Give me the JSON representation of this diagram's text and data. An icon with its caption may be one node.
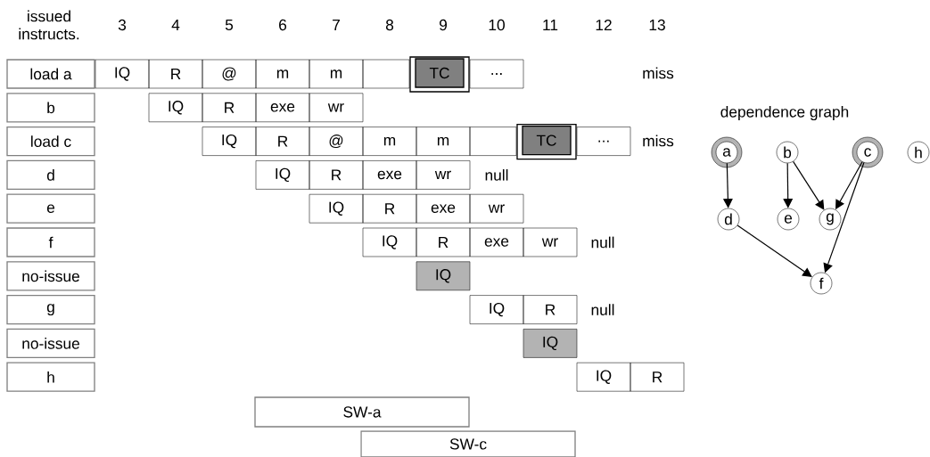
{
  "diagram": {
    "nodes": [
      {
        "text": [
          "load a"
        ]
      },
      {
        "text": [
          "IQ"
        ]
      },
      {
        "text": [
          "R"
        ]
      },
      {
        "text": [
          "@"
        ]
      },
      {
        "text": [
          "m"
        ]
      },
      {
        "text": [
          "m"
        ]
      },
      {
        "text": [],
        "shape": "box"
      },
      {
        "text": [
          "TC"
        ]
      },
      {
        "text": [
          "..."
        ]
      },
      {
        "text": [
          "b"
        ]
      },
      {
        "text": [
          "IQ"
        ]
      },
      {
        "text": [
          "R"
        ]
      },
      {
        "text": [
          "exe"
        ]
      },
      {
        "text": [
          "wr"
        ]
      },
      {
        "text": [
          "load c"
        ]
      },
      {
        "text": [
          "IQ"
        ]
      },
      {
        "text": [
          "R"
        ]
      },
      {
        "text": [
          "@"
        ]
      },
      {
        "text": [
          "m"
        ]
      },
      {
        "text": [
          "m"
        ]
      },
      {
        "text": [],
        "shape": "box"
      },
      {
        "text": [
          "TC"
        ]
      },
      {
        "text": [
          "..."
        ]
      },
      {
        "text": [
          "d"
        ]
      },
      {
        "text": [
          "IQ"
        ]
      },
      {
        "text": [
          "R"
        ]
      },
      {
        "text": [
          "exe"
        ]
      },
      {
        "text": [
          "wr"
        ]
      },
      {
        "text": [
          "e"
        ]
      },
      {
        "text": [
          "IQ"
        ]
      },
      {
        "text": [
          "R"
        ]
      },
      {
        "text": [
          "exe"
        ]
      },
      {
        "text": [
          "wr"
        ]
      },
      {
        "text": [
          "f"
        ]
      },
      {
        "text": [
          "IQ"
        ]
      },
      {
        "text": [
          "R"
        ]
      },
      {
        "text": [
          "exe"
        ]
      },
      {
        "text": [
          "wr"
        ]
      },
      {
        "text": [
          "no-issue"
        ]
      },
      {
        "text": [
          "IQ"
        ]
      },
      {
        "text": [
          "g"
        ]
      },
      {
        "text": [
          "IQ"
        ]
      },
      {
        "text": [
          "R"
        ]
      },
      {
        "text": [
          "no-issue"
        ]
      },
      {
        "text": [
          "IQ"
        ]
      },
      {
        "text": [
          "h"
        ]
      },
      {
        "text": [
          "IQ"
        ]
      },
      {
        "text": [
          "R"
        ]
      },
      {
        "text": [
          "SW-a"
        ]
      },
      {
        "text": [
          "SW-c"
        ]
      },
      {
        "text": [
          "a"
        ]
      },
      {
        "text": [
          "b"
        ]
      },
      {
        "text": [
          "c"
        ]
      },
      {
        "text": [
          "h"
        ]
      },
      {
        "text": [
          "d"
        ]
      },
      {
        "text": [
          "e"
        ]
      },
      {
        "text": [
          "g"
        ]
      },
      {
        "text": [
          "f"
        ]
      }
    ],
    "edges": [
      {
        "from": 50,
        "to": 54,
        "arrow": "to"
      },
      {
        "from": 51,
        "to": 55,
        "arrow": "to"
      },
      {
        "from": 51,
        "to": 56,
        "arrow": "to"
      },
      {
        "from": 52,
        "to": 56,
        "arrow": "to"
      },
      {
        "from": 52,
        "to": 57,
        "arrow": "to"
      },
      {
        "from": 54,
        "to": 57,
        "arrow": "to"
      }
    ],
    "labels": [
      "issued instructs.",
      "3",
      "4",
      "5",
      "6",
      "7",
      "8",
      "9",
      "10",
      "11",
      "12",
      "13",
      "miss",
      "miss",
      "null",
      "null",
      "null",
      "dependence graph"
    ]
  }
}
